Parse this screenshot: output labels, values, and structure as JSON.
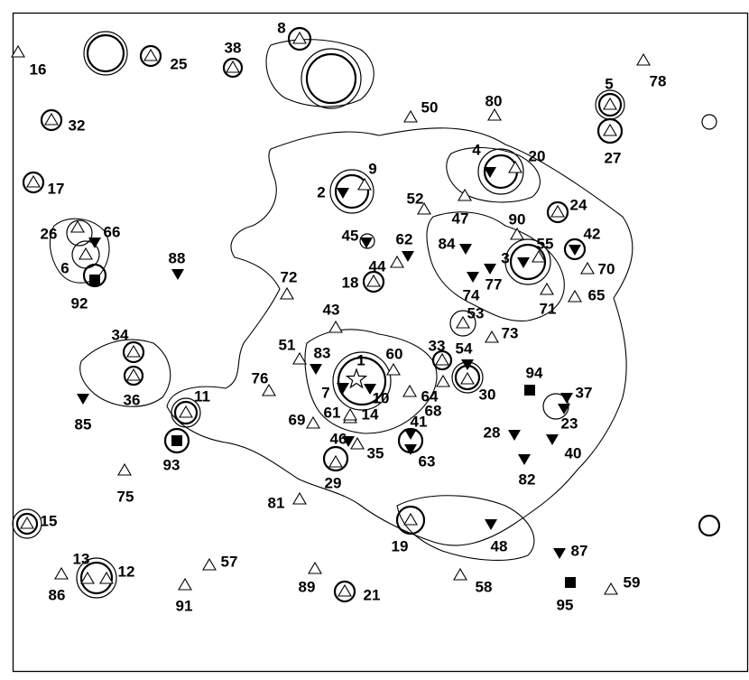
{
  "markers": [
    {
      "id": "1",
      "shape": "star"
    },
    {
      "id": "2",
      "shape": "tri-down"
    },
    {
      "id": "3",
      "shape": "tri-down"
    },
    {
      "id": "4",
      "shape": "tri-down"
    },
    {
      "id": "5",
      "shape": "tri-up"
    },
    {
      "id": "6",
      "shape": "tri-up"
    },
    {
      "id": "7",
      "shape": "tri-down"
    },
    {
      "id": "8",
      "shape": "tri-up"
    },
    {
      "id": "9",
      "shape": "tri-up"
    },
    {
      "id": "10",
      "shape": "tri-down"
    },
    {
      "id": "11",
      "shape": "tri-up"
    },
    {
      "id": "12",
      "shape": "tri-up"
    },
    {
      "id": "13",
      "shape": "tri-up"
    },
    {
      "id": "14",
      "shape": "tri-up"
    },
    {
      "id": "15",
      "shape": "tri-up"
    },
    {
      "id": "16",
      "shape": "tri-up"
    },
    {
      "id": "17",
      "shape": "tri-up"
    },
    {
      "id": "18",
      "shape": "tri-up"
    },
    {
      "id": "19",
      "shape": "tri-up"
    },
    {
      "id": "20",
      "shape": "tri-up"
    },
    {
      "id": "21",
      "shape": "tri-up"
    },
    {
      "id": "23",
      "shape": "tri-down"
    },
    {
      "id": "24",
      "shape": "tri-up"
    },
    {
      "id": "25",
      "shape": "tri-up"
    },
    {
      "id": "26",
      "shape": "tri-up"
    },
    {
      "id": "27",
      "shape": "tri-up"
    },
    {
      "id": "28",
      "shape": "tri-down"
    },
    {
      "id": "29",
      "shape": "tri-up"
    },
    {
      "id": "30",
      "shape": "tri-up"
    },
    {
      "id": "32",
      "shape": "tri-up"
    },
    {
      "id": "33",
      "shape": "tri-up"
    },
    {
      "id": "34",
      "shape": "tri-up"
    },
    {
      "id": "35",
      "shape": "tri-up"
    },
    {
      "id": "36",
      "shape": "tri-up"
    },
    {
      "id": "37",
      "shape": "tri-down"
    },
    {
      "id": "38",
      "shape": "tri-up"
    },
    {
      "id": "40",
      "shape": "tri-down"
    },
    {
      "id": "41",
      "shape": "tri-down"
    },
    {
      "id": "42",
      "shape": "tri-down"
    },
    {
      "id": "43",
      "shape": "tri-up"
    },
    {
      "id": "44",
      "shape": "tri-up"
    },
    {
      "id": "45",
      "shape": "tri-down"
    },
    {
      "id": "46",
      "shape": "tri-down"
    },
    {
      "id": "47",
      "shape": "tri-up"
    },
    {
      "id": "48",
      "shape": "tri-down"
    },
    {
      "id": "50",
      "shape": "tri-up"
    },
    {
      "id": "51",
      "shape": "tri-up"
    },
    {
      "id": "52",
      "shape": "tri-up"
    },
    {
      "id": "53",
      "shape": "tri-up"
    },
    {
      "id": "54",
      "shape": "tri-down"
    },
    {
      "id": "55",
      "shape": "tri-up"
    },
    {
      "id": "57",
      "shape": "tri-up"
    },
    {
      "id": "58",
      "shape": "tri-up"
    },
    {
      "id": "59",
      "shape": "tri-up"
    },
    {
      "id": "60",
      "shape": "tri-up"
    },
    {
      "id": "61",
      "shape": "tri-up"
    },
    {
      "id": "62",
      "shape": "tri-down"
    },
    {
      "id": "63",
      "shape": "tri-down"
    },
    {
      "id": "64",
      "shape": "tri-up"
    },
    {
      "id": "65",
      "shape": "tri-up"
    },
    {
      "id": "66",
      "shape": "tri-down"
    },
    {
      "id": "68",
      "shape": "tri-up"
    },
    {
      "id": "69",
      "shape": "tri-up"
    },
    {
      "id": "70",
      "shape": "tri-up"
    },
    {
      "id": "71",
      "shape": "tri-up"
    },
    {
      "id": "72",
      "shape": "tri-up"
    },
    {
      "id": "73",
      "shape": "tri-up"
    },
    {
      "id": "74",
      "shape": "tri-down"
    },
    {
      "id": "75",
      "shape": "tri-up"
    },
    {
      "id": "76",
      "shape": "tri-up"
    },
    {
      "id": "77",
      "shape": "tri-down"
    },
    {
      "id": "78",
      "shape": "tri-up"
    },
    {
      "id": "80",
      "shape": "tri-up"
    },
    {
      "id": "81",
      "shape": "tri-up"
    },
    {
      "id": "82",
      "shape": "tri-down"
    },
    {
      "id": "83",
      "shape": "tri-down"
    },
    {
      "id": "84",
      "shape": "tri-down"
    },
    {
      "id": "85",
      "shape": "tri-down"
    },
    {
      "id": "86",
      "shape": "tri-up"
    },
    {
      "id": "87",
      "shape": "tri-down"
    },
    {
      "id": "88",
      "shape": "tri-down"
    },
    {
      "id": "89",
      "shape": "tri-up"
    },
    {
      "id": "90",
      "shape": "tri-up"
    },
    {
      "id": "91",
      "shape": "tri-up"
    },
    {
      "id": "92",
      "shape": "square"
    },
    {
      "id": "93",
      "shape": "square"
    },
    {
      "id": "94",
      "shape": "square"
    },
    {
      "id": "95",
      "shape": "square"
    }
  ]
}
